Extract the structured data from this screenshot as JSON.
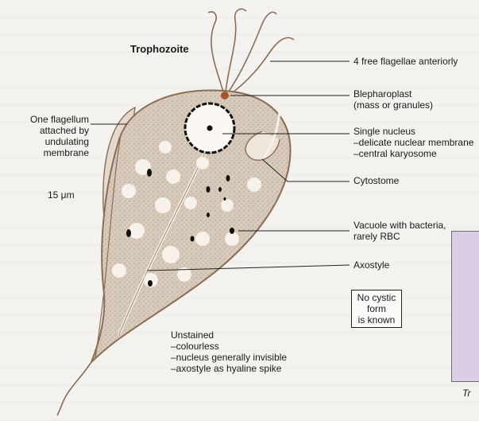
{
  "title": "Trophozoite",
  "size_label": "15 μm",
  "labels": {
    "free_flagellae": "4 free flagellae anteriorly",
    "blepharoplast": [
      "Blepharoplast",
      "(mass or granules)"
    ],
    "nucleus": [
      "Single nucleus",
      "–delicate nuclear membrane",
      "–central karyosome"
    ],
    "cytostome": "Cytostome",
    "vacuole": [
      "Vacuole with bacteria,",
      "rarely RBC"
    ],
    "axostyle": "Axostyle",
    "flagellum_undulating": [
      "One flagellum",
      "attached by",
      "undulating",
      "membrane"
    ]
  },
  "cyst_box": [
    "No cystic",
    "form",
    "is known"
  ],
  "unstained": [
    "Unstained",
    "–colourless",
    "–nucleus generally invisible",
    "–axostyle as hyaline spike"
  ],
  "caption_fragment": "Tr",
  "colors": {
    "body_fill": "#dccfbf",
    "body_outline": "#8b6d55",
    "vacuole_fill": "#f6f1ea",
    "panel": "#dccde6"
  }
}
